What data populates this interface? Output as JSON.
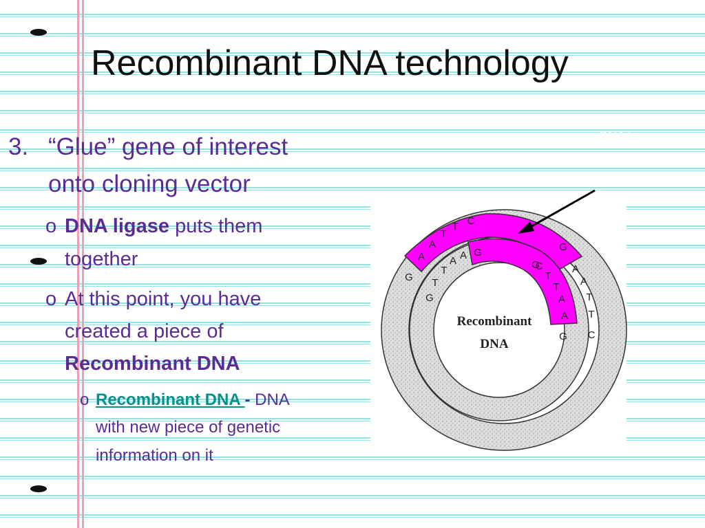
{
  "slide": {
    "title": "Recombinant DNA technology",
    "point3": {
      "number": "3.",
      "line1": "“Glue” gene of interest",
      "line2": "onto cloning vector"
    },
    "sub1": {
      "marker": "o",
      "bold": "DNA ligase",
      "rest1": " puts them",
      "line2": "together"
    },
    "sub2": {
      "marker": "o",
      "line1": "At this point, you have",
      "line2": "created a piece of",
      "line3_bold": "Recombinant DNA"
    },
    "sub3": {
      "marker": "o",
      "link_text": "Recombinant DNA ",
      "dash": " - ",
      "rest1": " DNA",
      "line2": "with new piece of genetic",
      "line3": "information on it"
    },
    "faint_label": "DNA ligase"
  },
  "diagram": {
    "center_label_1": "Recombinant",
    "center_label_2": "DNA",
    "outer_bases_left": [
      "A",
      "A",
      "T",
      "T",
      "C"
    ],
    "outer_bases_right": [
      "A",
      "A",
      "T",
      "T",
      "C"
    ],
    "inner_bases_left": [
      "T",
      "T",
      "A",
      "A"
    ],
    "inner_bases_right": [
      "C",
      "T",
      "T",
      "A",
      "A"
    ],
    "g_bases": [
      "G",
      "G",
      "G",
      "G",
      "G",
      "G",
      "G"
    ],
    "insert_color": "#ff00ff",
    "ring_color": "#dcdcdc"
  },
  "colors": {
    "text": "#5b2c91",
    "link": "#0a8f8a",
    "rule": "#8fe3e3",
    "margin": "#f0a0b4"
  }
}
